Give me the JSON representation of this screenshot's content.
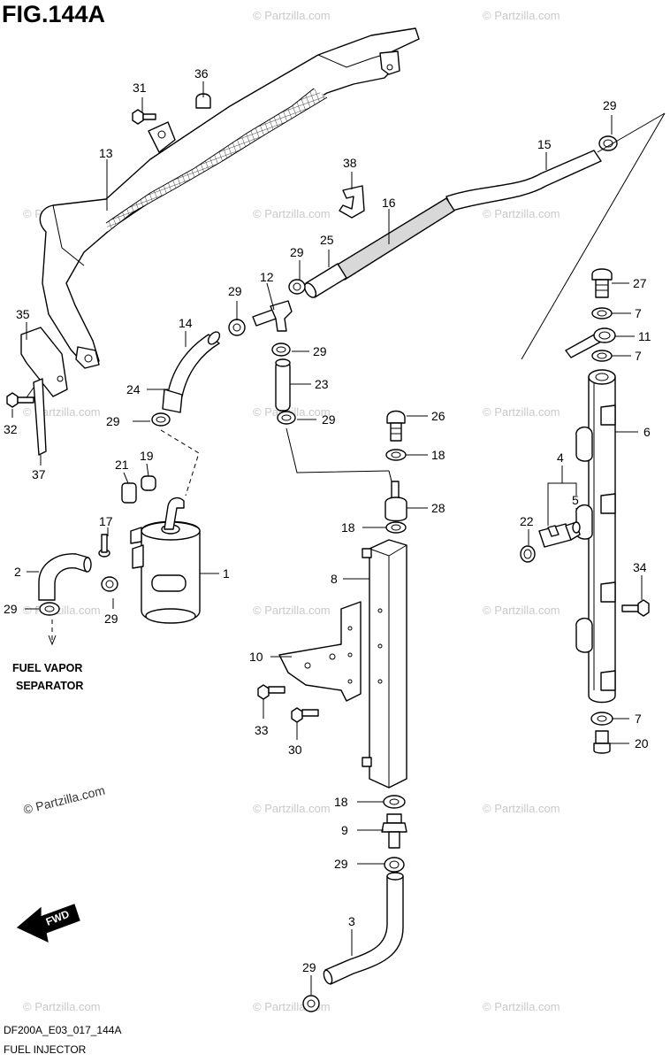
{
  "figure": {
    "title": "FIG.144A",
    "code": "DF200A_E03_017_144A",
    "name": "FUEL INJECTOR"
  },
  "watermark": {
    "text": "© Partzilla.com"
  },
  "notes": {
    "vapor_line1": "FUEL VAPOR",
    "vapor_line2": "SEPARATOR",
    "fwd": "FWD"
  },
  "callouts": {
    "c31": "31",
    "c36": "36",
    "c13": "13",
    "c38": "38",
    "c15": "15",
    "c16": "16",
    "c29a": "29",
    "c29b": "29",
    "c29c": "29",
    "c29d": "29",
    "c29e": "29",
    "c29f": "29",
    "c29g": "29",
    "c29h": "29",
    "c29i": "29",
    "c29j": "29",
    "c25": "25",
    "c12": "12",
    "c14": "14",
    "c35": "35",
    "c24": "24",
    "c23": "23",
    "c27": "27",
    "c7a": "7",
    "c7b": "7",
    "c7c": "7",
    "c11": "11",
    "c6": "6",
    "c32": "32",
    "c37": "37",
    "c21": "21",
    "c19": "19",
    "c26": "26",
    "c18a": "18",
    "c18b": "18",
    "c18c": "18",
    "c28": "28",
    "c4": "4",
    "c5": "5",
    "c22": "22",
    "c17": "17",
    "c2": "2",
    "c1": "1",
    "c8": "8",
    "c34": "34",
    "c10": "10",
    "c33": "33",
    "c30": "30",
    "c20": "20",
    "c9": "9",
    "c3": "3"
  }
}
